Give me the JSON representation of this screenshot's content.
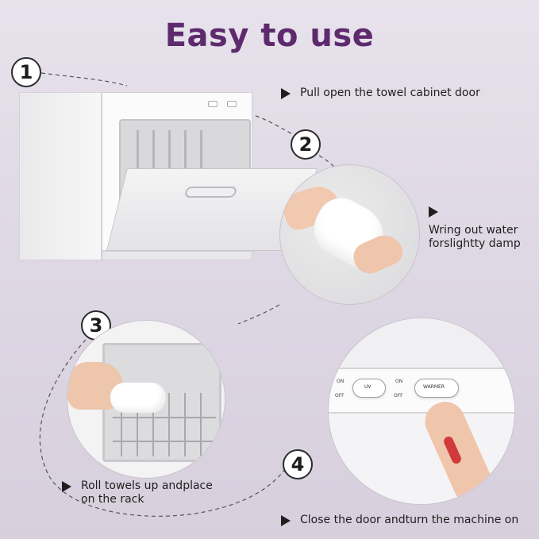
{
  "header": {
    "title": "Easy to use"
  },
  "colors": {
    "title": "#5e2a6e",
    "background": "#e2dce7",
    "marker": "#1f1f1f"
  },
  "steps": [
    {
      "number": "1",
      "text": "Pull open the towel cabinet door"
    },
    {
      "number": "2",
      "text_lines": [
        "Wring out water",
        "forslightty damp"
      ]
    },
    {
      "number": "3",
      "text_lines": [
        "Roll towels up andplace",
        "on the rack"
      ]
    },
    {
      "number": "4",
      "text": "Close the door andturn the machine on"
    }
  ],
  "control_panel": {
    "uv_label": "UV",
    "warmer_label": "WARMER",
    "on_label": "ON",
    "off_label": "OFF"
  },
  "icons": [
    "play-triangle-icon",
    "step-number-badge"
  ]
}
